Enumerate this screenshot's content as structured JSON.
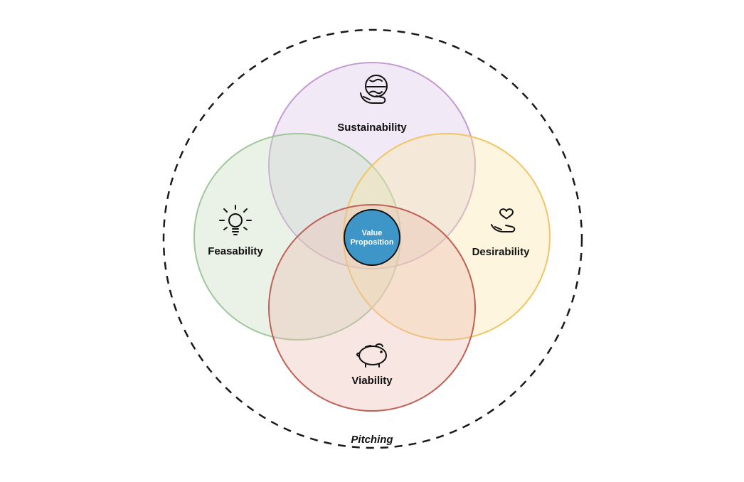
{
  "diagram": {
    "type": "venn",
    "outer_label": "Pitching",
    "outer_circle": {
      "stroke": "#1a1a1a",
      "style": "dashed"
    },
    "center": {
      "line1": "Value",
      "line2": "Proposition",
      "fill": "#3d95c8",
      "stroke": "#111111"
    },
    "circles": [
      {
        "id": "sustainability",
        "label": "Sustainability",
        "icon": "globe-in-hand-icon",
        "stroke": "#c49bd1",
        "tint": "#ddc7e6"
      },
      {
        "id": "feasability",
        "label": "Feasability",
        "icon": "lightbulb-icon",
        "stroke": "#9fc79b",
        "tint": "#cadec3"
      },
      {
        "id": "desirability",
        "label": "Desirability",
        "icon": "hand-heart-icon",
        "stroke": "#f1c465",
        "tint": "#fae6ac"
      },
      {
        "id": "viability",
        "label": "Viability",
        "icon": "piggy-bank-icon",
        "stroke": "#bf6055",
        "tint": "#ebc0b4"
      }
    ],
    "label_color": "#111111"
  }
}
